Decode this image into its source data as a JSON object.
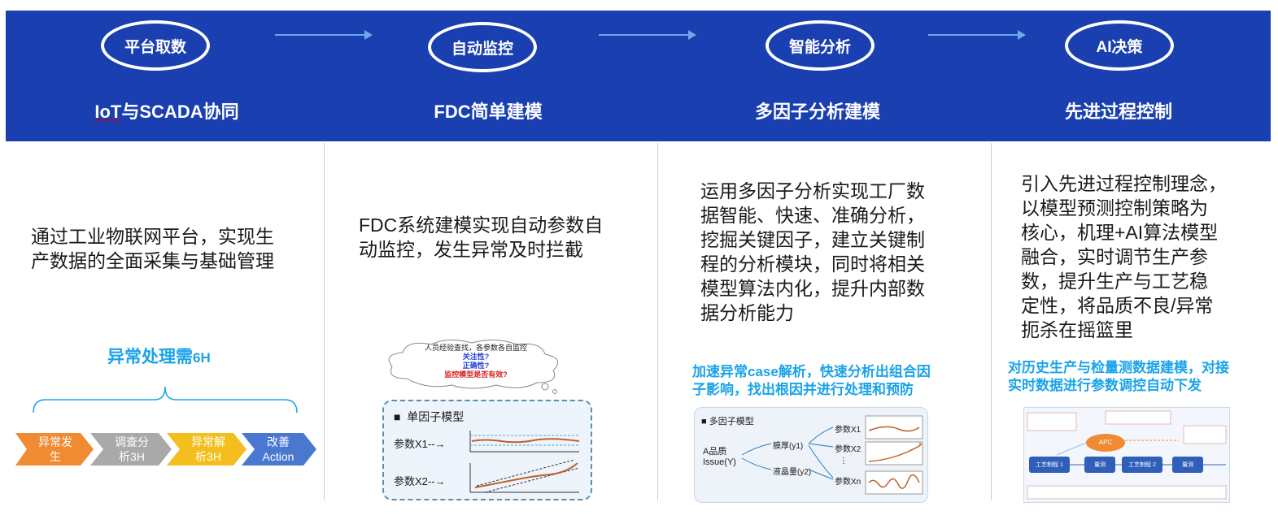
{
  "stages": [
    {
      "badge": "平台取数",
      "title": "IoT与SCADA协同",
      "title_prefix": "IoT",
      "title_rest": "与SCADA协同"
    },
    {
      "badge": "自动监控",
      "title": "FDC简单建模"
    },
    {
      "badge": "智能分析",
      "title": "多因子分析建模"
    },
    {
      "badge": "AI决策",
      "title": "先进过程控制"
    }
  ],
  "col1": {
    "desc_lines": [
      "通过工业物联网平台，实现生",
      "产数据的全面采集与基础管理"
    ],
    "note_main": "异常处理需",
    "note_value": "6H",
    "steps": [
      {
        "l1": "异常发",
        "l2": "生",
        "color": "#f08a33"
      },
      {
        "l1": "调查分",
        "l2": "析3H",
        "color": "#a9a9a9"
      },
      {
        "l1": "异常解",
        "l2": "析3H",
        "color": "#f4be1e"
      },
      {
        "l1": "改善",
        "l2": "Action",
        "color": "#4a78d0"
      }
    ]
  },
  "col2": {
    "desc_lines": [
      "FDC系统建模实现自动参数自",
      "动监控，发生异常及时拦截"
    ],
    "cloud_lines": [
      "人员经验查找，各参数各自监控",
      "关注性?",
      "正确性?",
      "监控模型是否有效?"
    ],
    "panel_title": "单因子模型",
    "param1": "参数X1--→",
    "param2": "参数X2--→"
  },
  "col3": {
    "desc_lines": [
      "运用多因子分析实现工厂数",
      "据智能、快速、准确分析，",
      "挖掘关键因子，建立关键制",
      "程的分析模块，同时将相关",
      "模型算法内化，提升内部数",
      "据分析能力"
    ],
    "note_lines": [
      "加速异常case解析，快速分析出组合因",
      "子影响，找出根因并进行处理和预防"
    ],
    "panel_title": "多因子模型",
    "root_line1": "A品质",
    "root_line2": "Issue(Y)",
    "mid1": "膜厚(y1)",
    "mid2": "液晶量(y2)",
    "leaf1": "参数X1",
    "leaf2": "参数X2",
    "leaf3": "参数Xn",
    "dots": "⋮"
  },
  "col4": {
    "desc_lines": [
      "引入先进过程控制理念，",
      "以模型预测控制策略为",
      "核心，机理+AI算法模型",
      "融合，实时调节生产参",
      "数，提升生产与工艺稳",
      "定性，将品质不良/异常",
      "扼杀在摇篮里"
    ],
    "note_lines": [
      "对历史生产与检量测数据建模，对接",
      "实时数据进行参数调控自动下发"
    ],
    "apc_label": "APC",
    "boxes": [
      "工艺制程 1",
      "量测",
      "工艺制程 2",
      "量测"
    ]
  },
  "colors": {
    "banner": "#1a3fb0",
    "note": "#1aa3e8",
    "arrow": "#6fa8e8"
  }
}
